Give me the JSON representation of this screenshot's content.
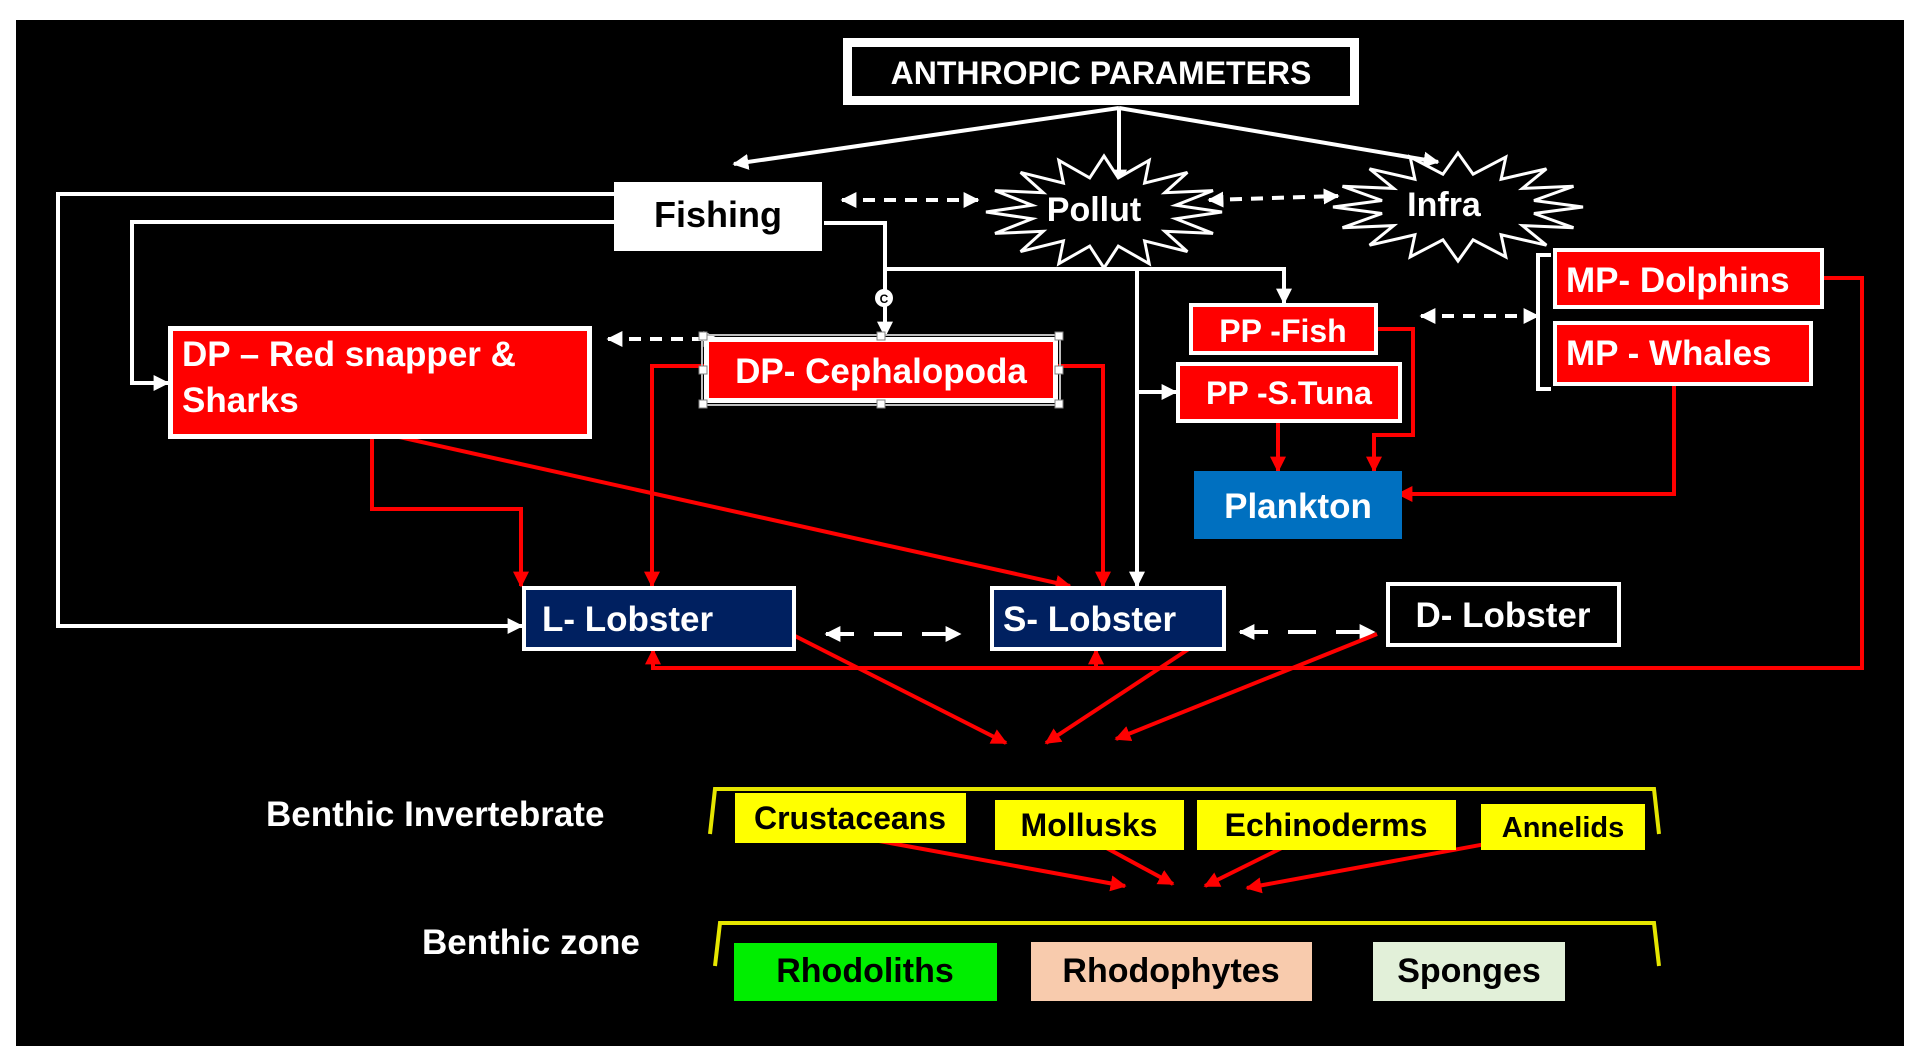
{
  "diagram": {
    "anthropic": "ANTHROPIC PARAMETERS",
    "fishing": "Fishing",
    "pollut": "Pollut",
    "infra": "Infra",
    "dp_red_line1": "DP – Red snapper &",
    "dp_red_line2": "Sharks",
    "dp_ceph": "DP- Cephalopoda",
    "pp_fish": "PP -Fish",
    "pp_tuna": "PP -S.Tuna",
    "mp_dolphins": "MP- Dolphins",
    "mp_whales": "MP - Whales",
    "plankton": "Plankton",
    "l_lobster": "L- Lobster",
    "s_lobster": "S- Lobster",
    "d_lobster": "D- Lobster",
    "benthic_invertebrate": "Benthic Invertebrate",
    "benthic_zone": "Benthic zone",
    "crustaceans": "Crustaceans",
    "mollusks": "Mollusks",
    "echinoderms": "Echinoderms",
    "annelids": "Annelids",
    "rhodoliths": "Rhodoliths",
    "rhodophytes": "Rhodophytes",
    "sponges": "Sponges",
    "c_marker": "C"
  },
  "colors": {
    "background": "#000000",
    "white": "#ffffff",
    "red": "#ff0000",
    "red_link": "#e60000",
    "navy": "#002060",
    "blue": "#0070c0",
    "yellow": "#ffff00",
    "bracket_yellow": "#e6e600",
    "green": "#00ee00",
    "peach": "#f8cbad",
    "pale_green": "#e2f0d9"
  }
}
